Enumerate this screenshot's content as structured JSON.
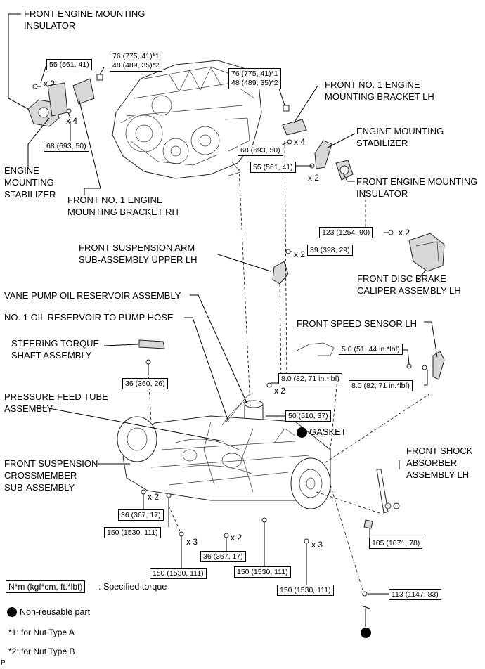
{
  "labels": {
    "front_engine_mounting_insulator_rh": "FRONT ENGINE MOUNTING\nINSULATOR",
    "engine_mounting_stabilizer_rh": "ENGINE\nMOUNTING\nSTABILIZER",
    "front_no1_engine_mounting_bracket_rh": "FRONT NO. 1 ENGINE\nMOUNTING BRACKET RH",
    "front_no1_engine_mounting_bracket_lh": "FRONT NO. 1 ENGINE\nMOUNTING BRACKET LH",
    "engine_mounting_stabilizer_lh": "ENGINE MOUNTING\nSTABILIZER",
    "front_engine_mounting_insulator_lh": "FRONT ENGINE MOUNTING\nINSULATOR",
    "front_suspension_arm_upper_lh": "FRONT SUSPENSION ARM\nSUB-ASSEMBLY UPPER LH",
    "front_disc_brake_caliper_lh": "FRONT DISC BRAKE\nCALIPER ASSEMBLY LH",
    "vane_pump_oil_reservoir": "VANE PUMP OIL RESERVOIR ASSEMBLY",
    "no1_oil_reservoir_to_pump_hose": "NO. 1 OIL RESERVOIR TO PUMP HOSE",
    "front_speed_sensor_lh": "FRONT SPEED SENSOR LH",
    "steering_torque_shaft": "STEERING TORQUE\nSHAFT ASSEMBLY",
    "pressure_feed_tube": "PRESSURE FEED TUBE\nASSEMBLY",
    "gasket": "GASKET",
    "front_suspension_crossmember": "FRONT SUSPENSION\nCROSSMEMBER\nSUB-ASSEMBLY",
    "front_shock_absorber_lh": "FRONT SHOCK\nABSORBER\nASSEMBLY LH"
  },
  "torques": {
    "t_rh_insulator": "55 (561, 41)",
    "t_rh_nut": "76 (775, 41)*1\n48 (489, 35)*2",
    "t_rh_bracket": "68 (693, 50)",
    "t_lh_nut": "76 (775, 41)*1\n48 (489, 35)*2",
    "t_lh_bracket": "68 (693, 50)",
    "t_lh_insulator": "55 (561, 41)",
    "t_caliper": "123 (1254, 90)",
    "t_upper_arm": "39 (398, 29)",
    "t_speed_sensor_a": "5.0 (51, 44 in.*lbf)",
    "t_speed_sensor_b": "8.0 (82, 71 in.*lbf)",
    "t_reservoir": "8.0 (82, 71 in.*lbf)",
    "t_steering_shaft": "36 (360, 26)",
    "t_pressure_tube": "50 (510, 37)",
    "t_cross_a": "36 (367, 17)",
    "t_cross_b": "150 (1530, 111)",
    "t_cross_c": "150 (1530, 111)",
    "t_cross_d": "36 (367, 17)",
    "t_cross_e": "150 (1530, 111)",
    "t_cross_f": "150 (1530, 111)",
    "t_shock": "105 (1071, 78)",
    "t_stabilizer_link": "113 (1147, 83)"
  },
  "multipliers": {
    "m_rh_insulator": "x 2",
    "m_rh_bracket": "x 4",
    "m_lh_bracket": "x 4",
    "m_lh_insulator": "x 2",
    "m_caliper": "x 2",
    "m_upper_arm": "x 2",
    "m_reservoir": "x 2",
    "m_cross_a": "x 2",
    "m_cross_c": "x 3",
    "m_cross_d": "x 2",
    "m_cross_f": "x 3"
  },
  "legend": {
    "torque_unit": "N*m (kgf*cm, ft.*lbf)",
    "torque_desc": ": Specified torque",
    "non_reusable": "Non-reusable part",
    "note1": "*1: for Nut Type A",
    "note2": "*2: for Nut Type B"
  },
  "corner_mark": "P"
}
